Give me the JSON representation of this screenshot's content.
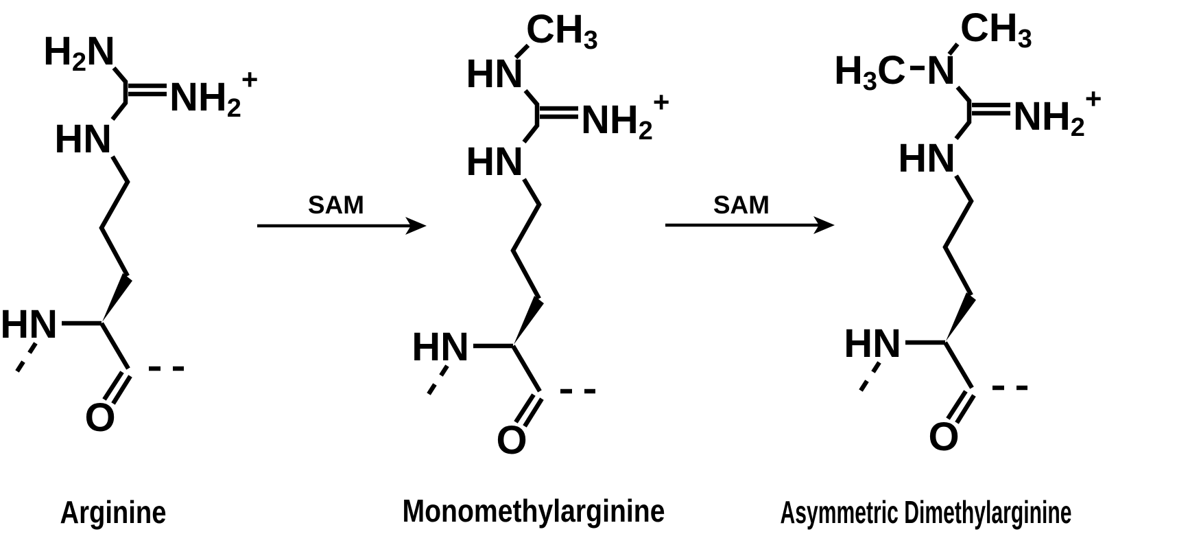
{
  "figure": {
    "colors": {
      "ink": "#000000",
      "background": "#ffffff"
    },
    "arrows": [
      {
        "label": "SAM"
      },
      {
        "label": "SAM"
      }
    ],
    "structures": [
      {
        "name": "Arginine",
        "atoms": {
          "top_amine": {
            "h": "H",
            "sub": "2",
            "n": "N"
          },
          "iminium": {
            "nh": "NH",
            "sub": "2",
            "charge": "+"
          },
          "guanidine_nh": "HN",
          "backbone_nh": "HN",
          "carbonyl_o": "O"
        }
      },
      {
        "name": "Monomethylarginine",
        "atoms": {
          "methyl": {
            "ch": "CH",
            "sub": "3"
          },
          "top_nh": "HN",
          "iminium": {
            "nh": "NH",
            "sub": "2",
            "charge": "+"
          },
          "guanidine_nh": "HN",
          "backbone_nh": "HN",
          "carbonyl_o": "O"
        }
      },
      {
        "name": "Asymmetric Dimethylarginine",
        "atoms": {
          "methyl_top": {
            "ch": "CH",
            "sub": "3"
          },
          "methyl_left": {
            "h": "H",
            "sub": "3",
            "c": "C"
          },
          "amine_n": "N",
          "iminium": {
            "nh": "NH",
            "sub": "2",
            "charge": "+"
          },
          "guanidine_nh": "HN",
          "backbone_nh": "HN",
          "carbonyl_o": "O"
        }
      }
    ]
  }
}
